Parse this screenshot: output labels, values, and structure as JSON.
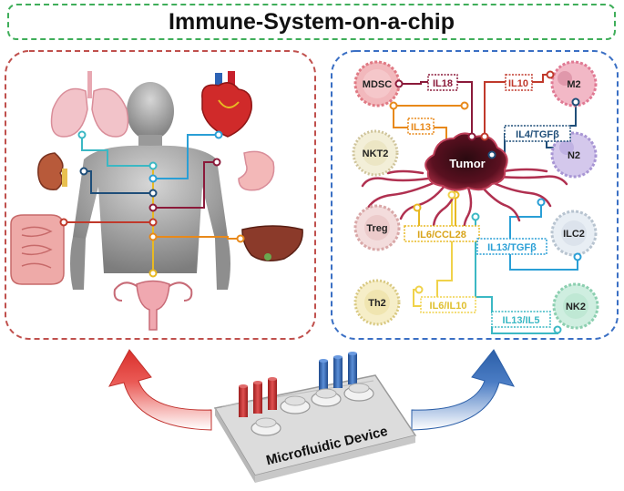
{
  "title": "Immune-System-on-a-chip",
  "device_label": "Microfluidic Device",
  "tumor_label": "Tumor",
  "cells": {
    "mdsc": "MDSC",
    "m2": "M2",
    "nkt2": "NKT2",
    "n2": "N2",
    "treg": "Treg",
    "ilc2": "ILC2",
    "th2": "Th2",
    "nk2": "NK2"
  },
  "cytokines": {
    "il18": "IL18",
    "il10": "IL10",
    "il13": "IL13",
    "il4_tgfb": "IL4/TGFβ",
    "il6_ccl28": "IL6/CCL28",
    "il13_tgfb": "IL13/TGFβ",
    "il6_il10": "IL6/IL10",
    "il13_il5": "IL13/IL5"
  },
  "colors": {
    "title_border": "#3fae5a",
    "left_panel_border": "#c0504d",
    "right_panel_border": "#3a6fc4",
    "il18": "#8b1a3a",
    "il10": "#c0392b",
    "il13": "#e8891a",
    "il4_tgfb": "#1f4e79",
    "il6_ccl28": "#e8b923",
    "il13_tgfb": "#2a9fd6",
    "il6_il10": "#f0d24a",
    "il13_il5": "#3bb8c4",
    "arrow_red": "#d9302c",
    "arrow_blue": "#2c5fa8"
  },
  "organ_icons": [
    "lungs-icon",
    "heart-icon",
    "kidney-icon",
    "stomach-icon",
    "intestine-icon",
    "liver-icon",
    "uterus-icon",
    "human-body-icon"
  ]
}
